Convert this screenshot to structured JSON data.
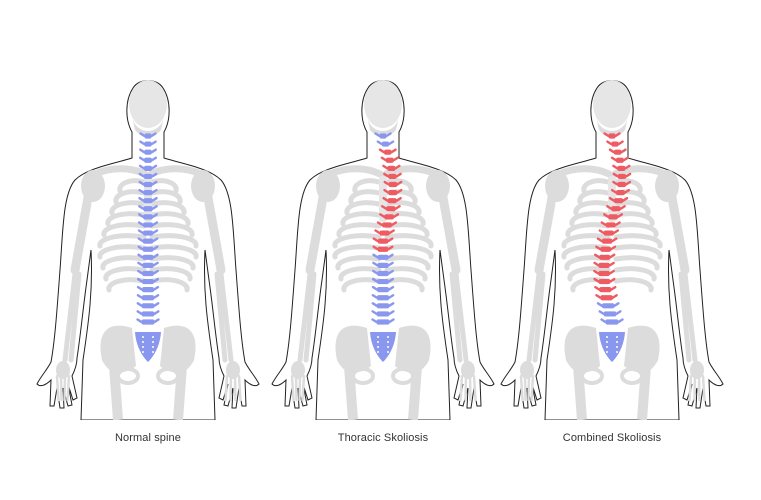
{
  "colors": {
    "normal_spine": "#8a97ee",
    "scoliosis_spine": "#ef5b62",
    "bone": "#dcdcdc",
    "bone_light": "#e6e6e6",
    "outline": "#222222"
  },
  "figures": [
    {
      "caption": "Normal spine",
      "highlight": "none"
    },
    {
      "caption": "Thoracic Skoliosis",
      "highlight": "thoracic"
    },
    {
      "caption": "Combined Skoliosis",
      "highlight": "combined"
    }
  ]
}
